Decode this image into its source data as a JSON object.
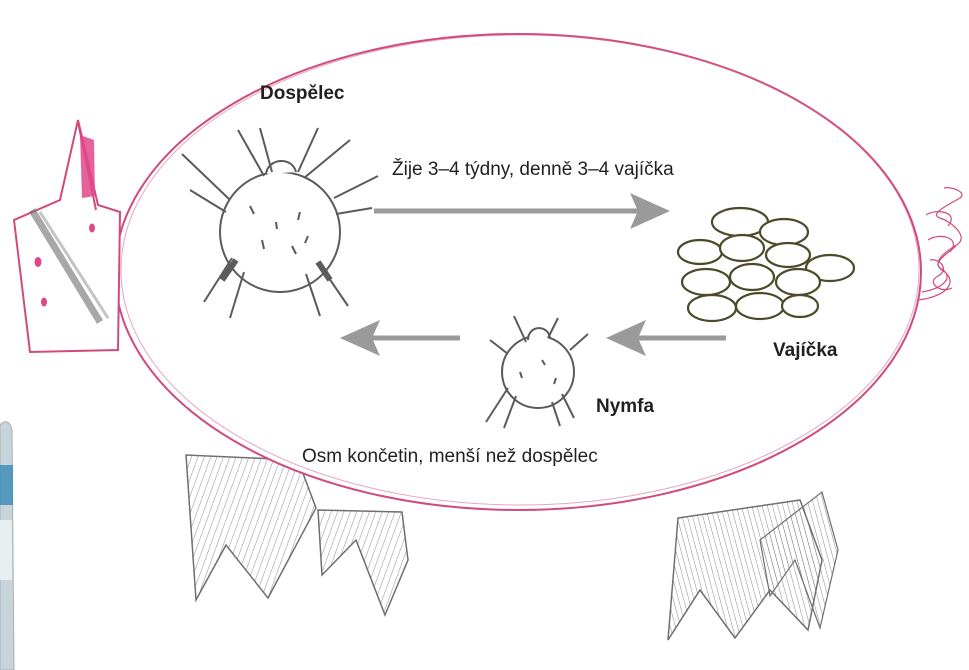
{
  "labels": {
    "adult": "Dospělec",
    "egg": "Vajíčka",
    "nymph": "Nymfa",
    "adult_note": "Žije 3–4 týdny, denně 3–4 vajíčka",
    "nymph_note": "Osm končetin, menší než dospělec"
  },
  "colors": {
    "body_outline": "#d04a7e",
    "pink_fill": "#e0478a",
    "pencil": "#6f6f6f",
    "mite_ink": "#5b5b5b",
    "egg_ink": "#4d4a2a",
    "arrow": "#9a9a9a",
    "text": "#231f20"
  }
}
